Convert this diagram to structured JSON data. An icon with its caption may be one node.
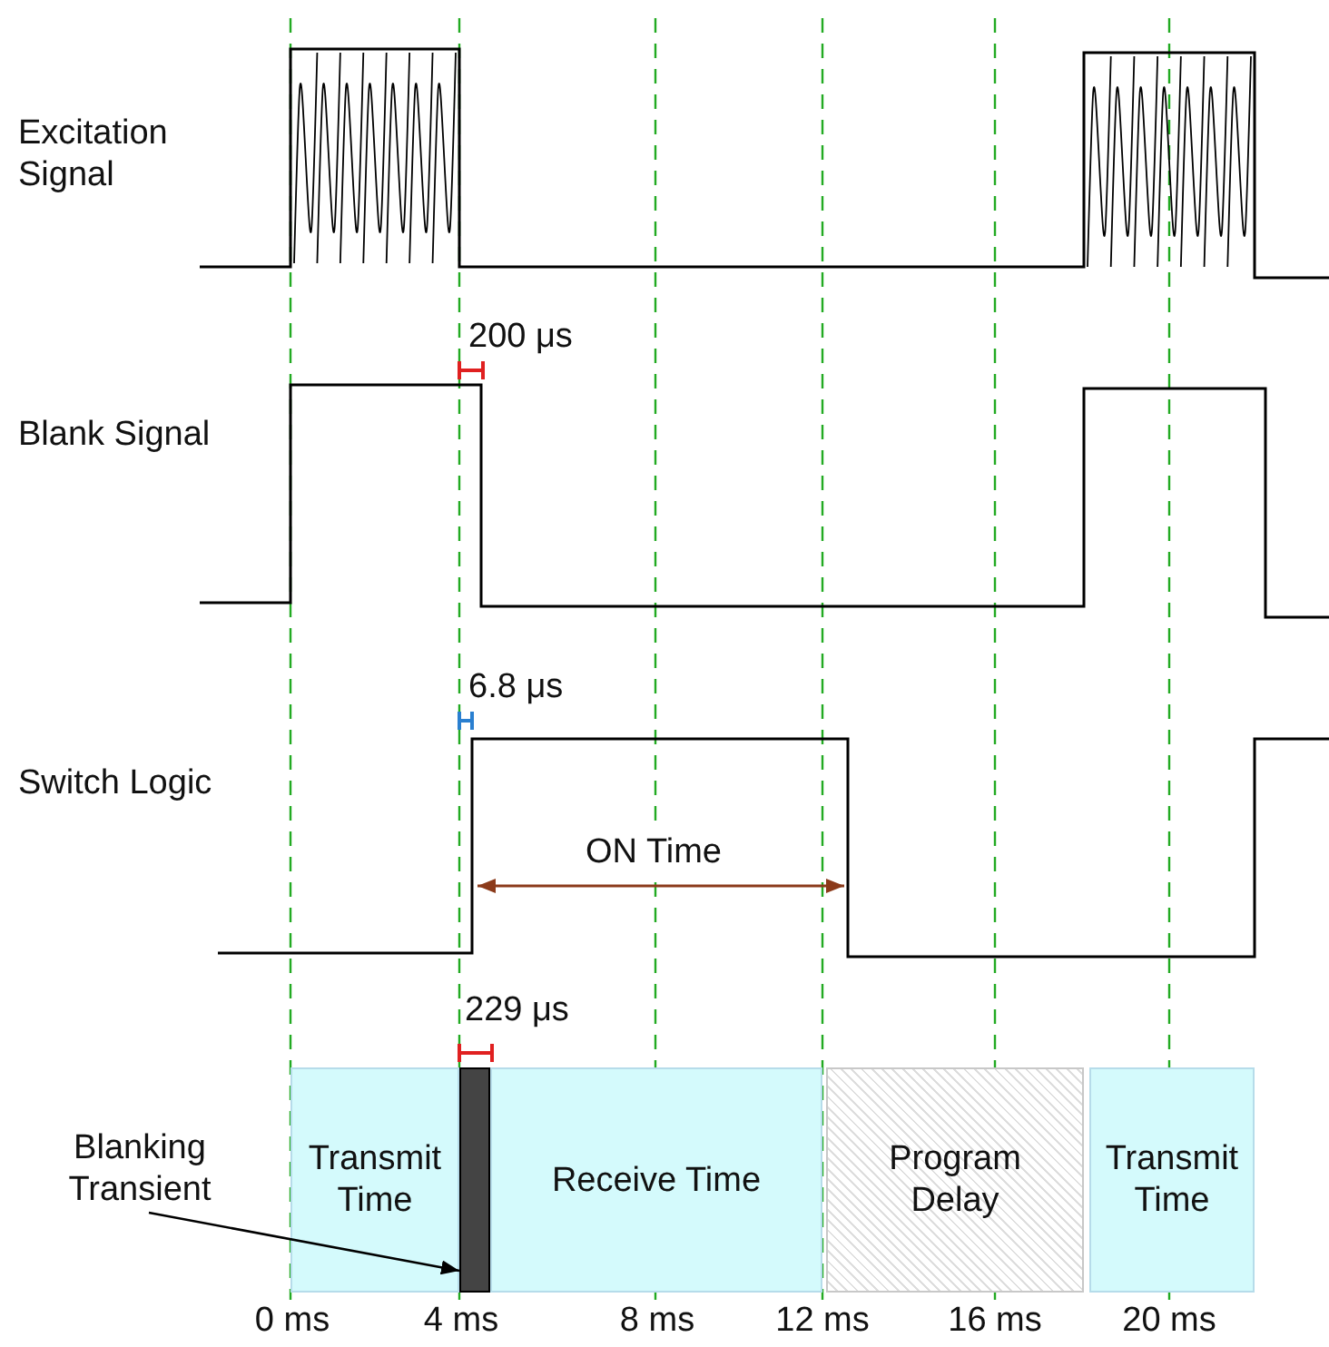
{
  "diagram": {
    "nodes": [
      {
        "text": [
          "Transmit Time"
        ]
      },
      {
        "text": [],
        "shape": "bar"
      },
      {
        "text": [
          "Receive Time"
        ]
      },
      {
        "text": [
          "Program Delay"
        ]
      },
      {
        "text": [
          "Transmit Time"
        ]
      },
      {
        "text": [
          "Blanking Transient"
        ]
      }
    ],
    "edges": [
      {
        "from": 5,
        "to": 1,
        "arrow": "to"
      }
    ],
    "labels": [
      "Excitation Signal",
      "200 μs",
      "Blank Signal",
      "6.8 μs",
      "Switch Logic",
      "ON Time",
      "229 μs",
      "0 ms",
      "4 ms",
      "8 ms",
      "12 ms",
      "16 ms",
      "20 ms"
    ]
  }
}
